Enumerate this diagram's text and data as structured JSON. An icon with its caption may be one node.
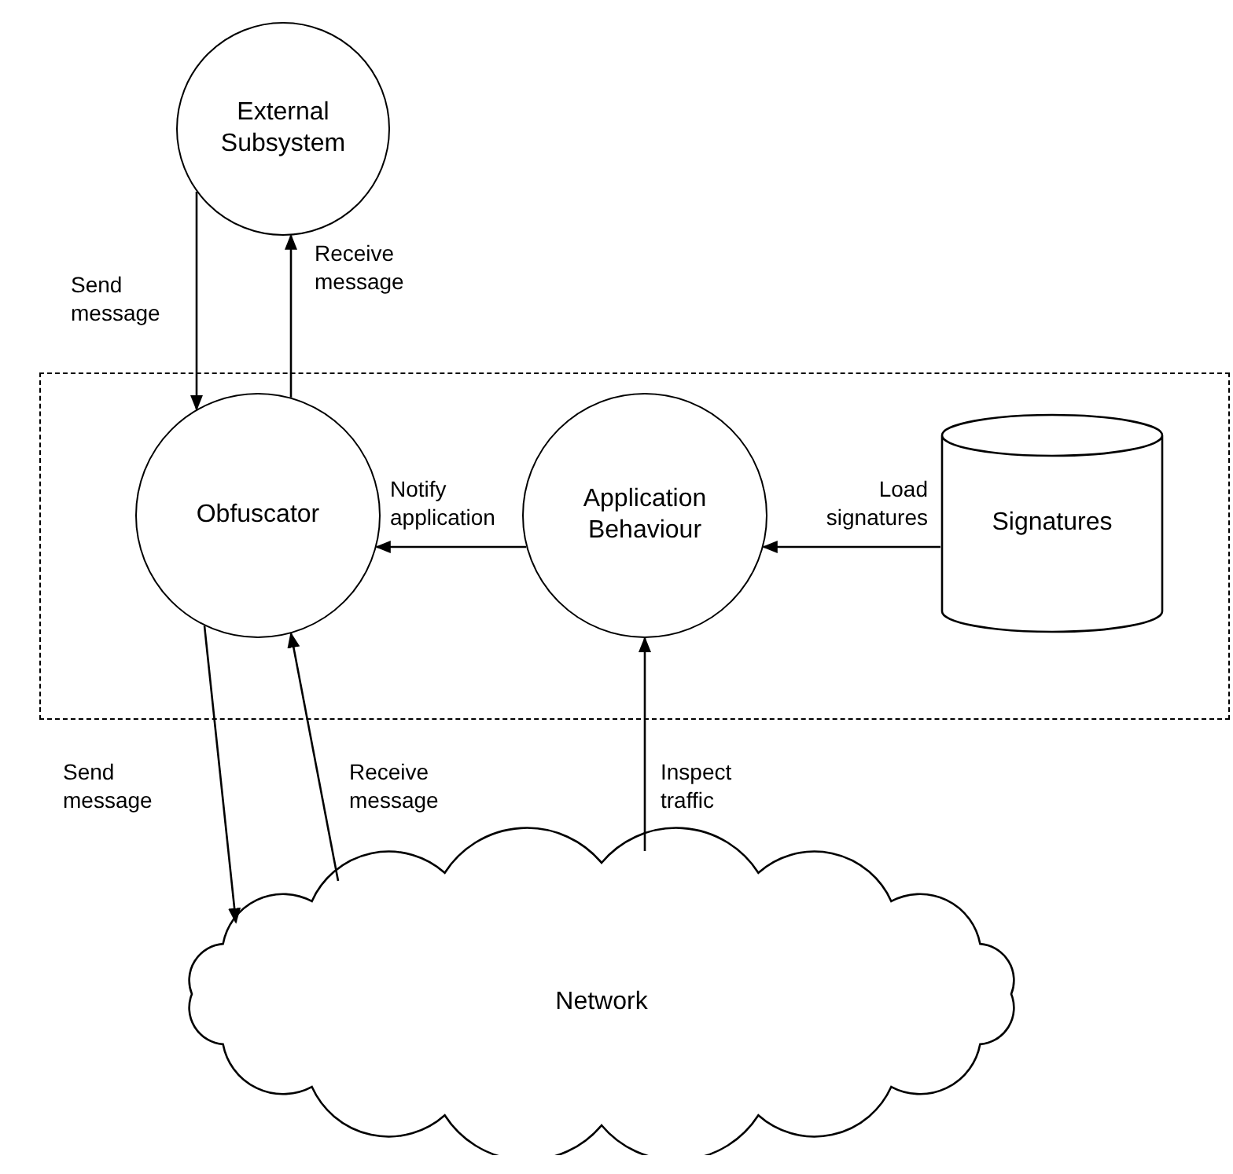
{
  "diagram": {
    "nodes": [
      {
        "text": [],
        "shape": "box"
      },
      {
        "text": [
          "External Subsystem"
        ]
      },
      {
        "text": [
          "Obfuscator"
        ],
        "in": 0
      },
      {
        "text": [
          "Application Behaviour"
        ],
        "in": 0
      },
      {
        "text": [
          "Signatures"
        ],
        "in": 0
      },
      {
        "text": [
          "Network"
        ]
      }
    ],
    "edges": [
      {
        "from": 1,
        "to": 2,
        "arrow": "to",
        "label": "Send message"
      },
      {
        "from": 2,
        "to": 1,
        "arrow": "to",
        "label": "Receive message"
      },
      {
        "from": 3,
        "to": 2,
        "arrow": "to",
        "label": "Notify application"
      },
      {
        "from": 4,
        "to": 3,
        "arrow": "to",
        "label": "Load signatures"
      },
      {
        "from": 2,
        "to": 5,
        "arrow": "to",
        "label": "Send message"
      },
      {
        "from": 5,
        "to": 2,
        "arrow": "to",
        "label": "Receive message"
      },
      {
        "from": 5,
        "to": 3,
        "arrow": "to",
        "label": "Inspect traffic"
      }
    ]
  }
}
